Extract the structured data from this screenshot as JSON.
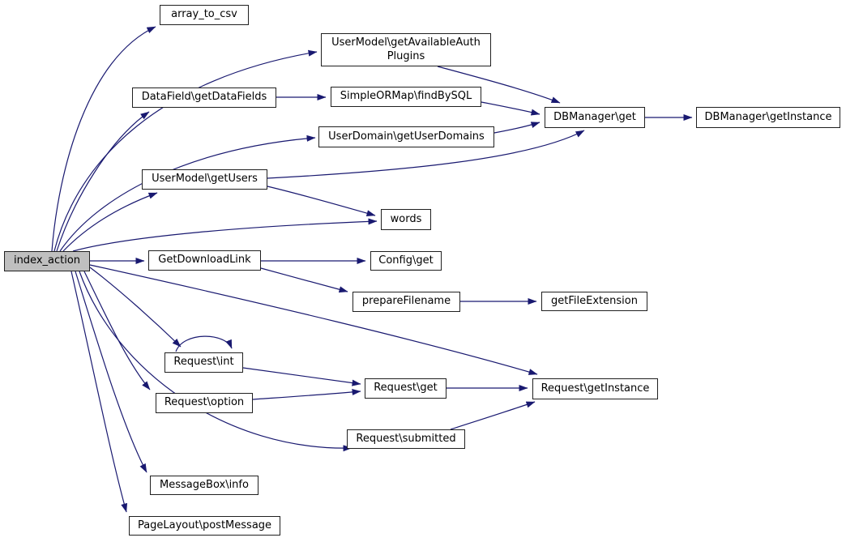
{
  "diagram_type": "call-graph",
  "colors": {
    "edge": "#191970",
    "node_border": "#202020",
    "node_fill": "#ffffff",
    "current_node_fill": "#bfbfbf",
    "text": "#000000",
    "background": "#ffffff"
  },
  "nodes": {
    "array_to_csv": {
      "label": "array_to_csv"
    },
    "user_model_get_available_auth_plugins": {
      "label": "UserModel\\getAvailableAuth\nPlugins"
    },
    "data_field_get_data_fields": {
      "label": "DataField\\getDataFields"
    },
    "simple_ormap_find_by_sql": {
      "label": "SimpleORMap\\findBySQL"
    },
    "user_domain_get_user_domains": {
      "label": "UserDomain\\getUserDomains"
    },
    "db_manager_get": {
      "label": "DBManager\\get"
    },
    "db_manager_get_instance": {
      "label": "DBManager\\getInstance"
    },
    "user_model_get_users": {
      "label": "UserModel\\getUsers"
    },
    "words": {
      "label": "words"
    },
    "index_action": {
      "label": "index_action",
      "current": true
    },
    "get_download_link": {
      "label": "GetDownloadLink"
    },
    "config_get": {
      "label": "Config\\get"
    },
    "prepare_filename": {
      "label": "prepareFilename"
    },
    "get_file_extension": {
      "label": "getFileExtension"
    },
    "request_int": {
      "label": "Request\\int"
    },
    "request_option": {
      "label": "Request\\option"
    },
    "request_get": {
      "label": "Request\\get"
    },
    "request_get_instance": {
      "label": "Request\\getInstance"
    },
    "request_submitted": {
      "label": "Request\\submitted"
    },
    "message_box_info": {
      "label": "MessageBox\\info"
    },
    "page_layout_post_message": {
      "label": "PageLayout\\postMessage"
    }
  },
  "edges": [
    {
      "from": "index_action",
      "to": "array_to_csv"
    },
    {
      "from": "index_action",
      "to": "user_model_get_available_auth_plugins"
    },
    {
      "from": "index_action",
      "to": "data_field_get_data_fields"
    },
    {
      "from": "index_action",
      "to": "user_domain_get_user_domains"
    },
    {
      "from": "index_action",
      "to": "user_model_get_users"
    },
    {
      "from": "index_action",
      "to": "words"
    },
    {
      "from": "index_action",
      "to": "get_download_link"
    },
    {
      "from": "index_action",
      "to": "request_int"
    },
    {
      "from": "index_action",
      "to": "request_option"
    },
    {
      "from": "index_action",
      "to": "request_get_instance"
    },
    {
      "from": "index_action",
      "to": "request_submitted"
    },
    {
      "from": "index_action",
      "to": "message_box_info"
    },
    {
      "from": "index_action",
      "to": "page_layout_post_message"
    },
    {
      "from": "user_model_get_available_auth_plugins",
      "to": "db_manager_get"
    },
    {
      "from": "data_field_get_data_fields",
      "to": "simple_ormap_find_by_sql"
    },
    {
      "from": "simple_ormap_find_by_sql",
      "to": "db_manager_get"
    },
    {
      "from": "user_domain_get_user_domains",
      "to": "db_manager_get"
    },
    {
      "from": "user_model_get_users",
      "to": "db_manager_get"
    },
    {
      "from": "user_model_get_users",
      "to": "words"
    },
    {
      "from": "db_manager_get",
      "to": "db_manager_get_instance"
    },
    {
      "from": "get_download_link",
      "to": "config_get"
    },
    {
      "from": "get_download_link",
      "to": "prepare_filename"
    },
    {
      "from": "prepare_filename",
      "to": "get_file_extension"
    },
    {
      "from": "request_int",
      "to": "request_int"
    },
    {
      "from": "request_int",
      "to": "request_get"
    },
    {
      "from": "request_option",
      "to": "request_get"
    },
    {
      "from": "request_get",
      "to": "request_get_instance"
    },
    {
      "from": "request_submitted",
      "to": "request_get_instance"
    }
  ]
}
